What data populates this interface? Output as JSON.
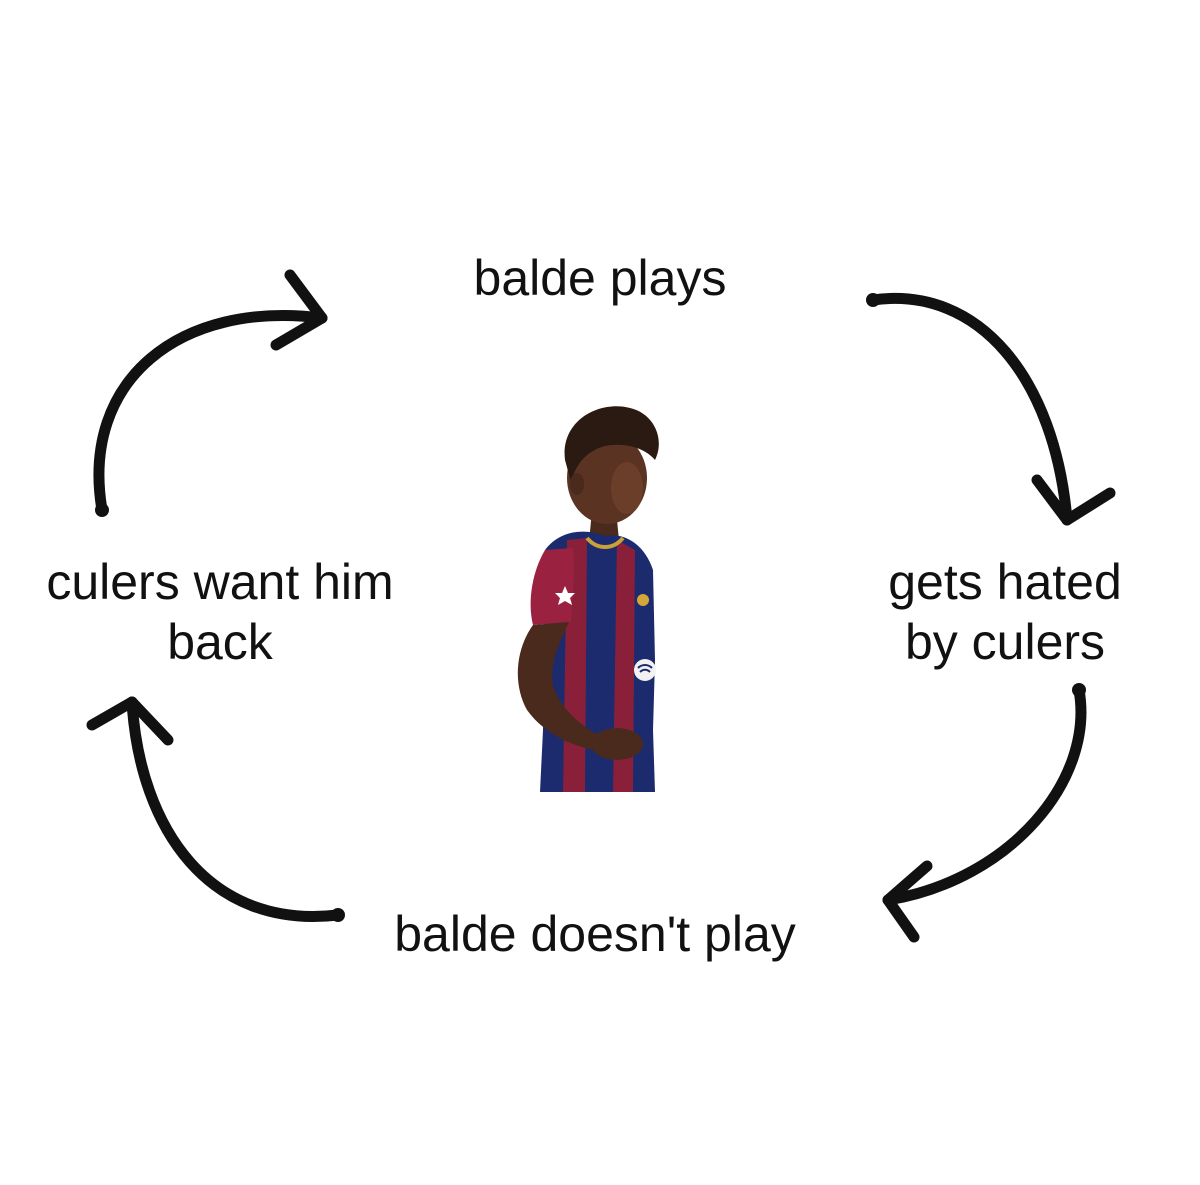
{
  "diagram": {
    "nodes": {
      "top": {
        "line1": "balde plays"
      },
      "right": {
        "line1": "gets hated",
        "line2": "by culers"
      },
      "bottom": {
        "line1": "balde doesn't play"
      },
      "left": {
        "line1": "culers want him",
        "line2": "back"
      }
    },
    "center_image": "footballer-photo",
    "arrow_color": "#111111"
  }
}
